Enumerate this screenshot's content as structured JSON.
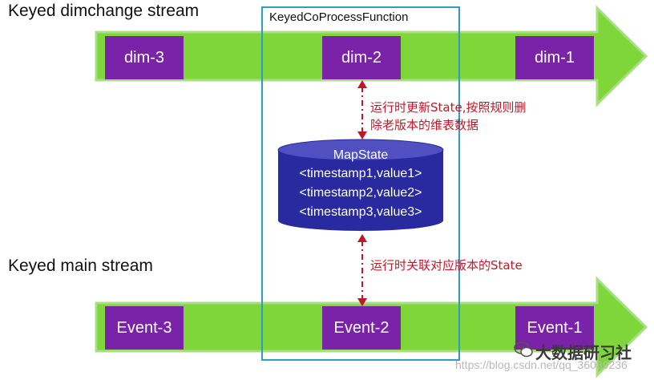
{
  "streams": {
    "dim": {
      "title": "Keyed dimchange stream",
      "boxes": [
        "dim-3",
        "dim-2",
        "dim-1"
      ]
    },
    "main": {
      "title": "Keyed main stream",
      "boxes": [
        "Event-3",
        "Event-2",
        "Event-1"
      ]
    }
  },
  "operator": {
    "label": "KeyedCoProcessFunction"
  },
  "state": {
    "title": "MapState",
    "entries": [
      "<timestamp1,value1>",
      "<timestamp2,value2>",
      "<timestamp3,value3>"
    ]
  },
  "annotations": {
    "update_line1": "运行时更新State,按照规则删",
    "update_line2": "除老版本的维表数据",
    "lookup": "运行时关联对应版本的State"
  },
  "watermark": {
    "name": "大数据研习社",
    "url": "https://blog.csdn.net/qq_36039236"
  },
  "colors": {
    "stream_arrow": "#7fd63a",
    "stream_arrow_border": "#a8df84",
    "box": "#7a22a8",
    "cylinder": "#2a2aa0",
    "frame": "#2c9fc0",
    "annotation": "#c0182a"
  }
}
